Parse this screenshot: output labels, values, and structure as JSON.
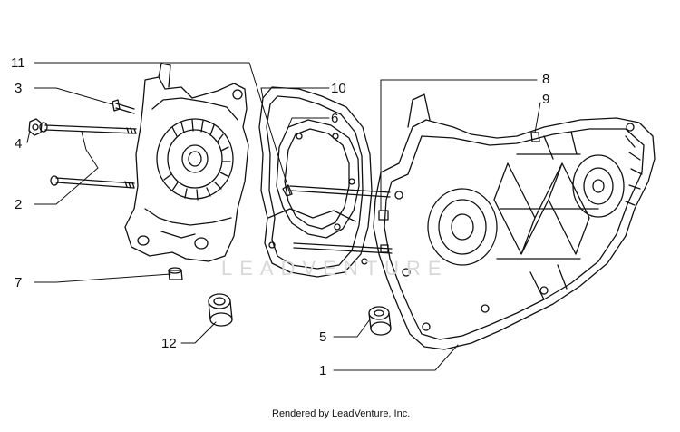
{
  "callouts": {
    "c1": "1",
    "c2": "2",
    "c3": "3",
    "c4": "4",
    "c5": "5",
    "c6": "6",
    "c7": "7",
    "c8": "8",
    "c9": "9",
    "c10": "10",
    "c11": "11",
    "c12": "12"
  },
  "footer": "Rendered by LeadVenture, Inc.",
  "watermark": "LEADVENTURE",
  "colors": {
    "ink": "#111111",
    "watermark": "#d8d8d8",
    "background": "#ffffff"
  }
}
